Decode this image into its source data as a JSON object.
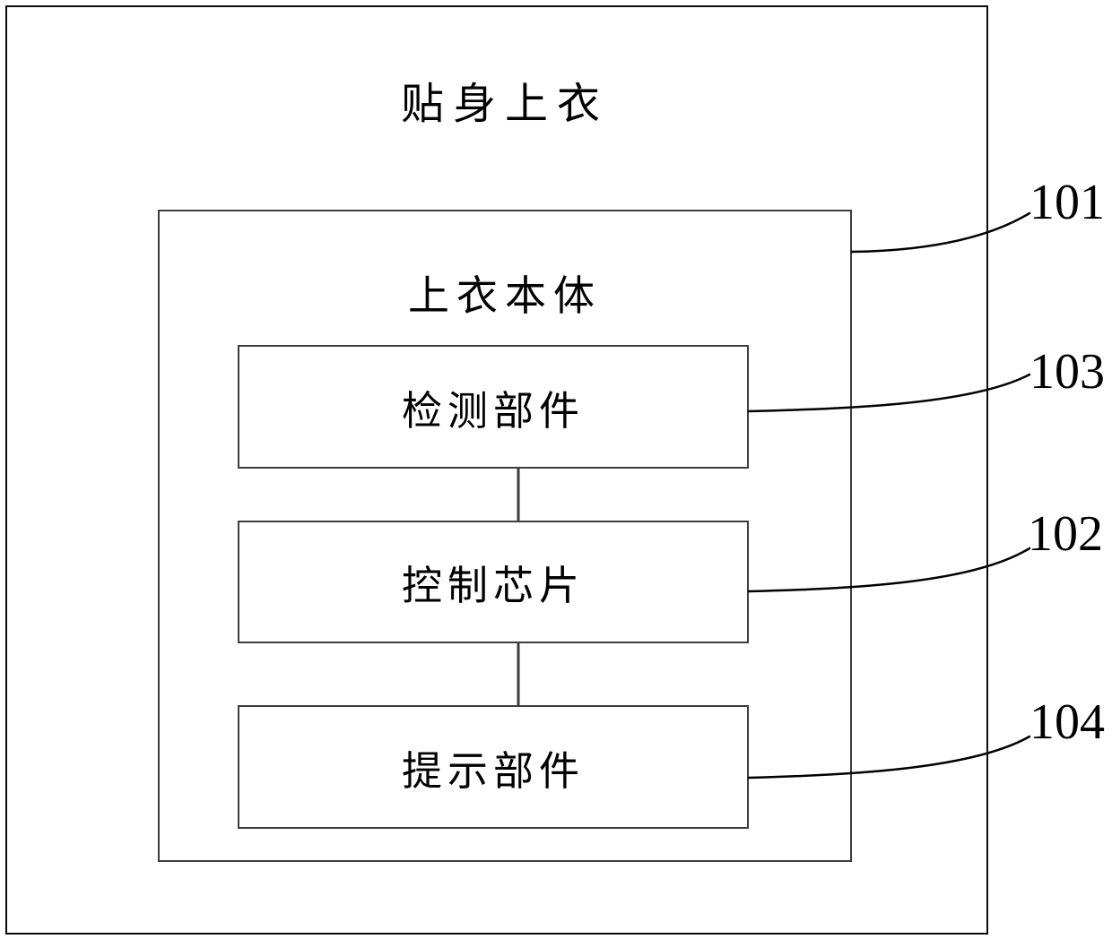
{
  "figure": {
    "title": "贴身上衣",
    "container": {
      "label": "上衣本体",
      "ref": "101"
    },
    "blocks": [
      {
        "label": "检测部件",
        "ref": "103"
      },
      {
        "label": "控制芯片",
        "ref": "102"
      },
      {
        "label": "提示部件",
        "ref": "104"
      }
    ],
    "colors": {
      "background": "#ffffff",
      "outer_border": "#0a0a0a",
      "box_border": "#3d3d3d",
      "line": "#000000",
      "text": "#000000"
    }
  }
}
